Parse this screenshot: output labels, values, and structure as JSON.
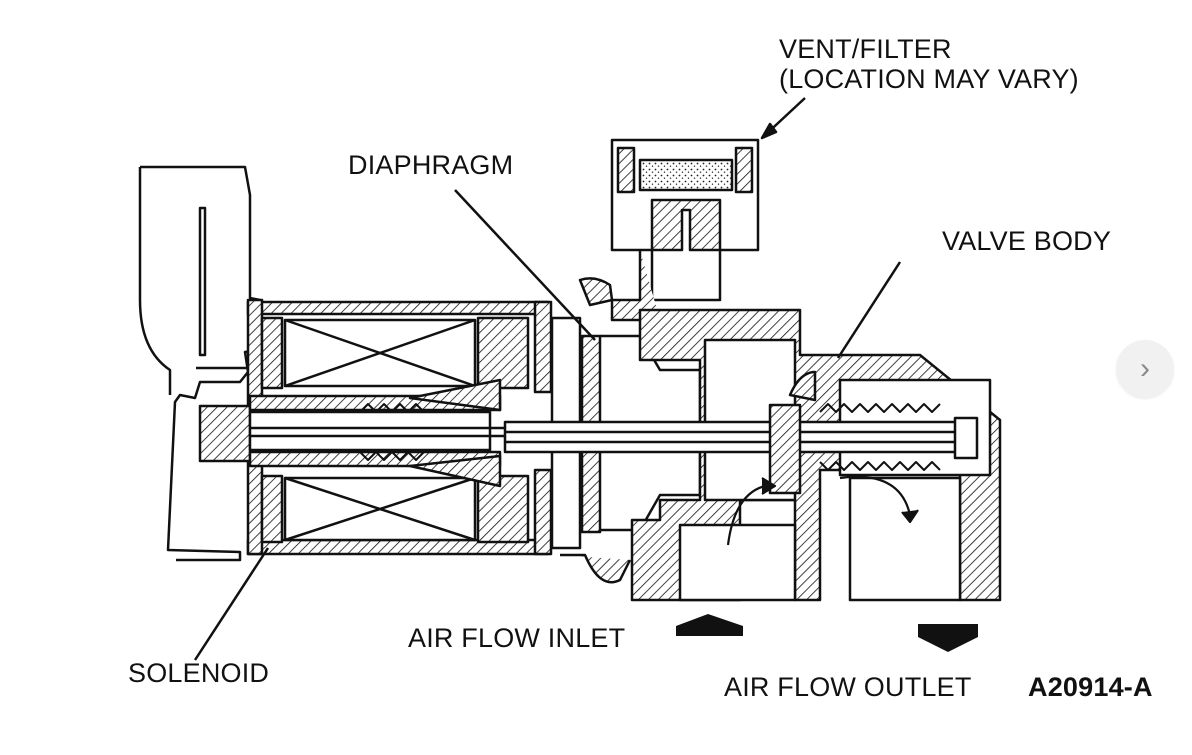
{
  "labels": {
    "vent_filter": "VENT/FILTER\n(LOCATION MAY VARY)",
    "diaphragm": "DIAPHRAGM",
    "valve_body": "VALVE BODY",
    "solenoid": "SOLENOID",
    "air_flow_inlet": "AIR FLOW INLET",
    "air_flow_outlet": "AIR FLOW OUTLET",
    "figure_id": "A20914-A"
  },
  "nav": {
    "next_icon": "chevron-right-icon",
    "next_glyph": "›"
  }
}
